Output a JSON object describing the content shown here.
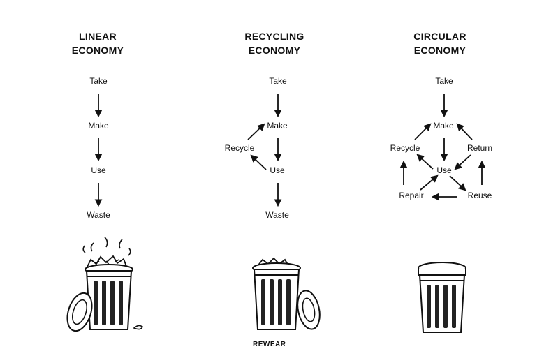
{
  "columns": [
    {
      "title_line1": "LINEAR",
      "title_line2": "ECONOMY",
      "nodes": {
        "take": "Take",
        "make": "Make",
        "use": "Use",
        "waste": "Waste"
      }
    },
    {
      "title_line1": "RECYCLING",
      "title_line2": "ECONOMY",
      "nodes": {
        "take": "Take",
        "make": "Make",
        "recycle": "Recycle",
        "use": "Use",
        "waste": "Waste"
      }
    },
    {
      "title_line1": "CIRCULAR",
      "title_line2": "ECONOMY",
      "nodes": {
        "take": "Take",
        "make": "Make",
        "recycle": "Recycle",
        "return": "Return",
        "use": "Use",
        "repair": "Repair",
        "reuse": "Reuse"
      }
    }
  ],
  "footer": {
    "brand": "REWEAR"
  },
  "icons": [
    "trash-can-overflowing-icon",
    "trash-can-half-full-icon",
    "trash-can-empty-icon"
  ],
  "colors": {
    "ink": "#111111",
    "background": "#ffffff"
  }
}
